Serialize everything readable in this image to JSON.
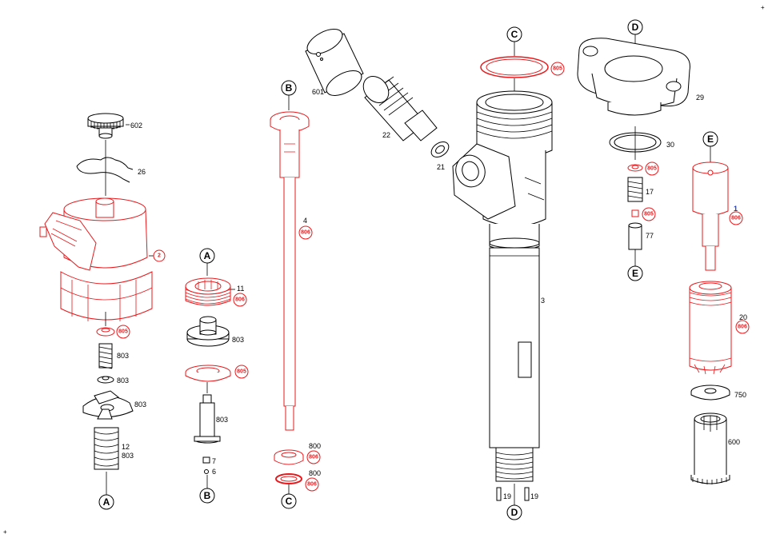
{
  "markers": [
    "A",
    "B",
    "C",
    "D",
    "E"
  ],
  "part_numbers": {
    "p602": "602",
    "p26": "26",
    "p2": "2",
    "p805": "805",
    "p803": "803",
    "p12": "12",
    "p11": "11",
    "p806": "806",
    "p7": "7",
    "p6": "6",
    "p4": "4",
    "p800": "800",
    "p601": "601",
    "p22": "22",
    "p21": "21",
    "p3": "3",
    "p19": "19",
    "p29": "29",
    "p30": "30",
    "p17": "17",
    "p77": "77",
    "p1": "1",
    "p20": "20",
    "p750": "750",
    "p600": "600"
  },
  "corner_marks": [
    "+",
    "+"
  ],
  "colors": {
    "highlight": "#e8191c",
    "line": "#000000",
    "blue": "#1a3cc8"
  }
}
